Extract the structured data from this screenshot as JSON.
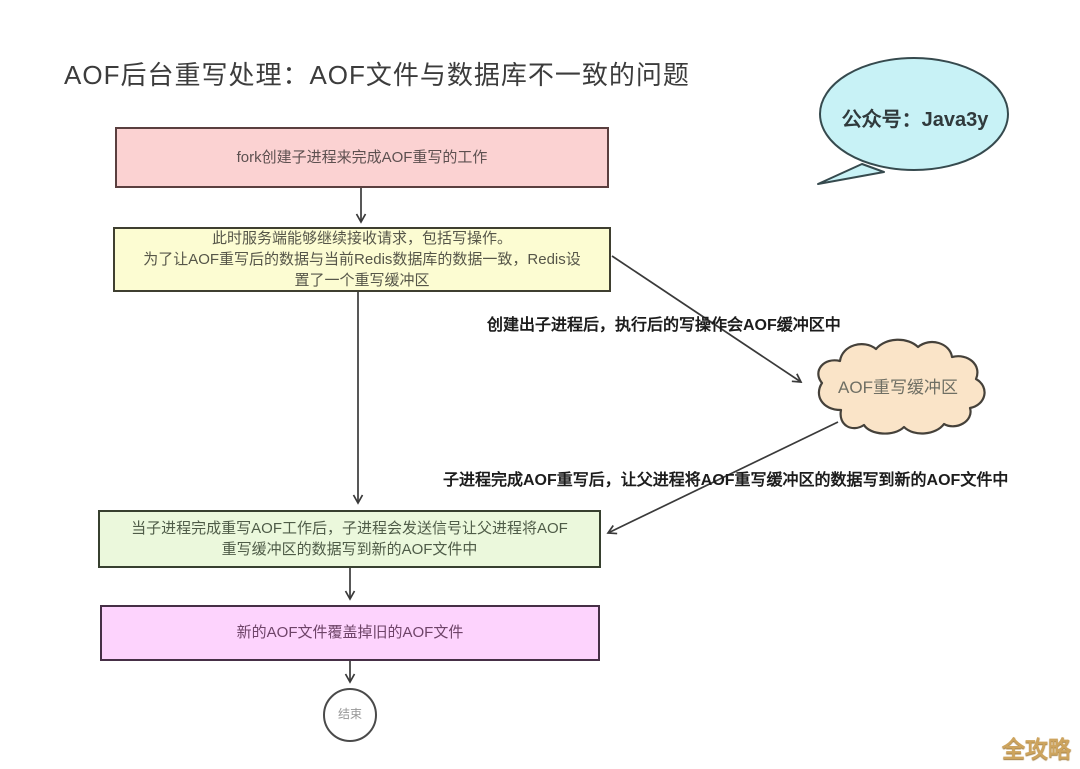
{
  "title": "AOF后台重写处理：AOF文件与数据库不一致的问题",
  "bubble": {
    "label": "公众号：Java3y",
    "fill": "#c8f2f6",
    "stroke": "#364a4e"
  },
  "nodes": {
    "fork": {
      "text": "fork创建子进程来完成AOF重写的工作",
      "fill": "#fbd2d2",
      "border": "#5a3f3f"
    },
    "buffer_setup": {
      "lines": [
        "此时服务端能够继续接收请求，包括写操作。",
        "为了让AOF重写后的数据与当前Redis数据库的数据一致，Redis设",
        "置了一个重写缓冲区"
      ],
      "fill": "#fcfcd2",
      "border": "#3f3f30"
    },
    "rewrite_buffer_cloud": {
      "text": "AOF重写缓冲区",
      "fill": "#fae4c8",
      "stroke": "#45413a"
    },
    "signal_parent": {
      "lines": [
        "当子进程完成重写AOF工作后，子进程会发送信号让父进程将AOF",
        "重写缓冲区的数据写到新的AOF文件中"
      ],
      "fill": "#ebf8dc",
      "border": "#37402f"
    },
    "replace_file": {
      "text": "新的AOF文件覆盖掉旧的AOF文件",
      "fill": "#fdd3fd",
      "border": "#462f46"
    },
    "end": {
      "text": "结束"
    }
  },
  "annotations": {
    "write_ops": "创建出子进程后，执行后的写操作会AOF缓冲区中",
    "flush_buffer": "子进程完成AOF重写后，让父进程将AOF重写缓冲区的数据写到新的AOF文件中"
  },
  "watermark": "全攻略",
  "colors": {
    "arrow": "#3a3a3a",
    "background": "#ffffff",
    "title_text": "#3c3c3c"
  }
}
